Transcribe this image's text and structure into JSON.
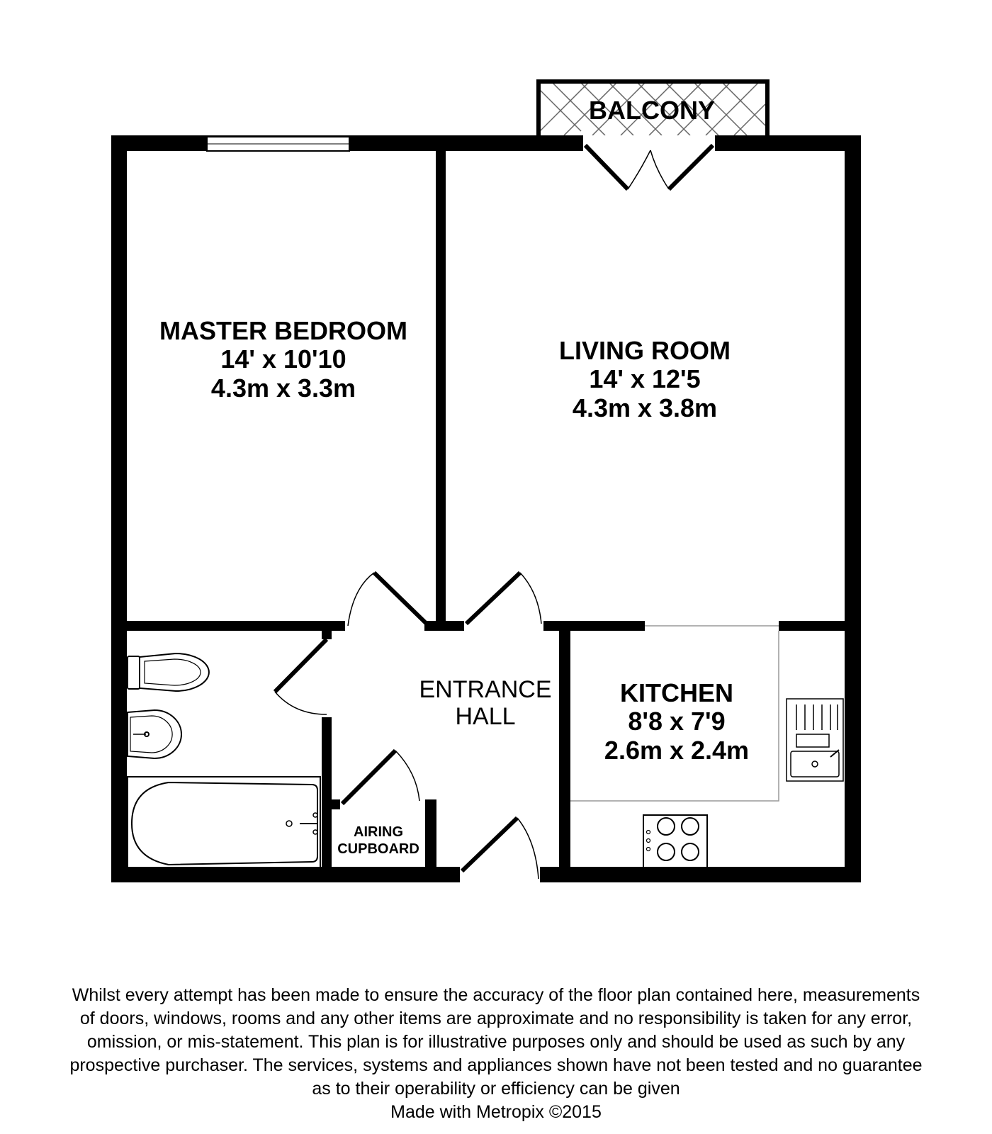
{
  "rooms": {
    "master_bedroom": {
      "name": "MASTER BEDROOM",
      "imperial": "14' x 10'10",
      "metric": "4.3m x 3.3m"
    },
    "living_room": {
      "name": "LIVING ROOM",
      "imperial": "14' x 12'5",
      "metric": "4.3m x 3.8m"
    },
    "kitchen": {
      "name": "KITCHEN",
      "imperial": "8'8 x 7'9",
      "metric": "2.6m x 2.4m"
    },
    "entrance_hall": {
      "line1": "ENTRANCE",
      "line2": "HALL"
    },
    "balcony": {
      "name": "BALCONY"
    },
    "airing_cupboard": {
      "line1": "AIRING",
      "line2": "CUPBOARD"
    }
  },
  "disclaimer": {
    "lines": [
      "Whilst every attempt has been made to ensure the accuracy of the floor plan contained here, measurements",
      "of doors, windows, rooms and any other items are approximate and no responsibility is taken for any error,",
      "omission, or mis-statement. This plan is for illustrative purposes only and should be used as such by any",
      "prospective purchaser. The services, systems and appliances shown have not been tested and no guarantee",
      "as to their operability or efficiency can be given"
    ],
    "credit": "Made with Metropix ©2015"
  },
  "colors": {
    "wall": "#000000",
    "background": "#ffffff",
    "fixture": "#555555"
  }
}
